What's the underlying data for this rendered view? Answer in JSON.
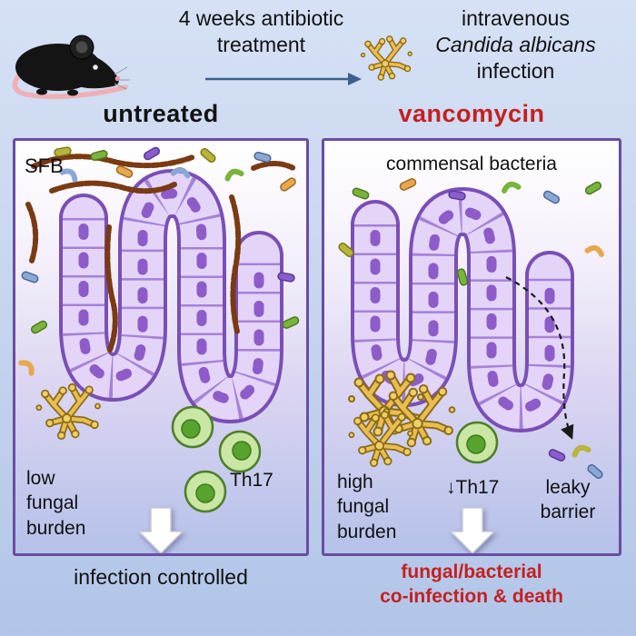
{
  "header": {
    "treatment": "4 weeks antibiotic\ntreatment",
    "infection_pre": "intravenous",
    "infection_species": "Candida albicans",
    "infection_post": "infection"
  },
  "columns": {
    "left_title": "untreated",
    "right_title": "vancomycin"
  },
  "left_panel": {
    "sfb": "SFB",
    "burden": "low\nfungal\nburden",
    "th17": "Th17",
    "footer": "infection controlled"
  },
  "right_panel": {
    "bacteria": "commensal bacteria",
    "burden": "high\nfungal\nburden",
    "th17": "↓Th17",
    "leaky": "leaky\nbarrier",
    "footer": "fungal/bacterial\nco-infection & death"
  },
  "colors": {
    "background_top": "#d6e1f5",
    "background_bottom": "#b2c5e8",
    "panel_border": "#6a4da2",
    "villi_fill": "#e4d4f8",
    "villi_outline": "#7a4fb5",
    "villi_nucleus": "#8d5cc9",
    "sfb_brown": "#7a3a12",
    "fungus_gold": "#e9bd52",
    "fungus_outline": "#8a6a14",
    "th17_fill": "#c9e6a4",
    "th17_nucleus": "#58a22e",
    "vancomycin_red": "#c42020",
    "flow_arrow_blue": "#3b5f90",
    "bacteria_palette": [
      "#79b43d",
      "#e6a84e",
      "#8aa8d6",
      "#8a5ccc",
      "#b9b53a"
    ]
  },
  "icons": {
    "mouse-icon": "black lab mouse silhouette",
    "candida-icon": "yellow branching hyphae with spores",
    "treatment-arrow-icon": "→",
    "outcome-arrow-icon": "white block arrow down",
    "leaky-arrow-icon": "black dashed curved arrow"
  }
}
